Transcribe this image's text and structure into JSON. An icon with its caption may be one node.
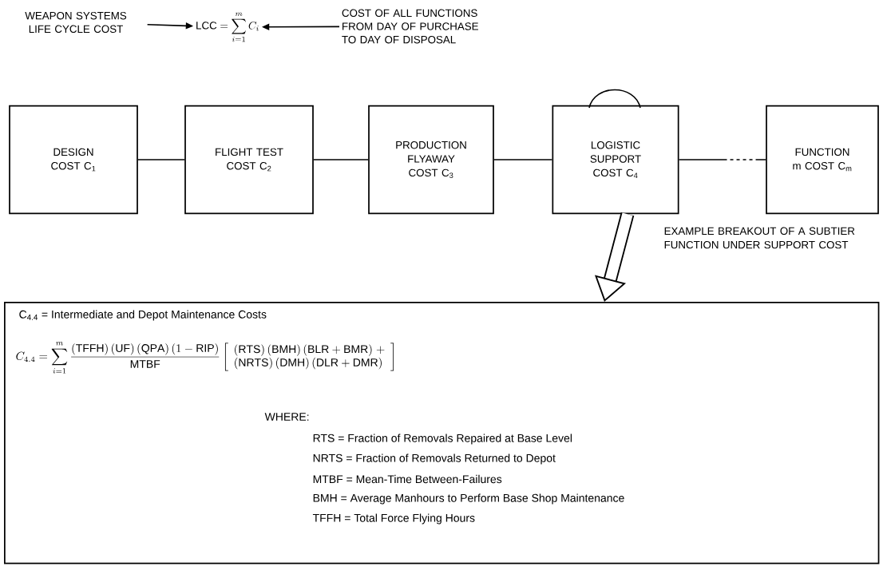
{
  "diagram": {
    "nodes": [
      {
        "text": [
          "DESIGN COST C$_{1}$"
        ]
      },
      {
        "text": [
          "FLIGHT TEST COST C$_{2}$"
        ]
      },
      {
        "text": [
          "PRODUCTION FLYAWAY COST C$_{3}$"
        ]
      },
      {
        "text": [
          "LOGISTIC SUPPORT COST C$_{4}$"
        ]
      },
      {
        "text": [
          "FUNCTION m COST C$_{m}$"
        ]
      },
      {
        "text": [
          "C$_{4.4}$ = Intermediate and Depot Maintenance Costs",
          "C_{4.4} = \\sum_{i=1}^{m} \\frac{(\\mathrm{TFFH})\\,(\\mathrm{UF})\\,(\\mathrm{QPA})\\,(1-\\mathrm{RIP})}{\\mathrm{MTBF}} \\left[\\begin{array}{l}(\\mathrm{RTS})\\,(\\mathrm{BMH})\\,(\\mathrm{BLR}+\\mathrm{BMR})\\;+\\\\(\\mathrm{NRTS})\\,(\\mathrm{DMH})\\,(\\mathrm{DLR}+\\mathrm{DMR})\\end{array}\\right]",
          "WHERE:",
          "RTS = Fraction of Removals Repaired at Base Level",
          "NRTS = Fraction of Removals Returned to Depot",
          "MTBF = Mean-Time Between-Failures",
          "BMH = Average Manhours to Perform Base Shop Maintenance",
          "TFFH = Total Force Flying Hours"
        ]
      },
      {
        "text": [
          "WEAPON SYSTEMS LIFE CYCLE COST"
        ]
      },
      {
        "text": [
          "\\mathrm{LCC} = \\sum_{i=1}^{m} C_{i}"
        ]
      },
      {
        "text": [
          "COST OF ALL FUNCTIONS FROM DAY OF PURCHASE TO DAY OF DISPOSAL"
        ]
      }
    ],
    "edges": [
      {
        "from": 0,
        "to": 1,
        "arrow": "none"
      },
      {
        "from": 1,
        "to": 2,
        "arrow": "none"
      },
      {
        "from": 2,
        "to": 3,
        "arrow": "none"
      },
      {
        "from": 3,
        "to": 4,
        "arrow": "none",
        "style": "dashed"
      },
      {
        "from": 3,
        "to": 5,
        "arrow": "to",
        "style": "thick",
        "label": "EXAMPLE BREAKOUT OF A SUBTIER FUNCTION UNDER SUPPORT COST"
      },
      {
        "from": 6,
        "to": 7,
        "arrow": "to"
      },
      {
        "from": 8,
        "to": 7,
        "arrow": "to"
      }
    ]
  }
}
